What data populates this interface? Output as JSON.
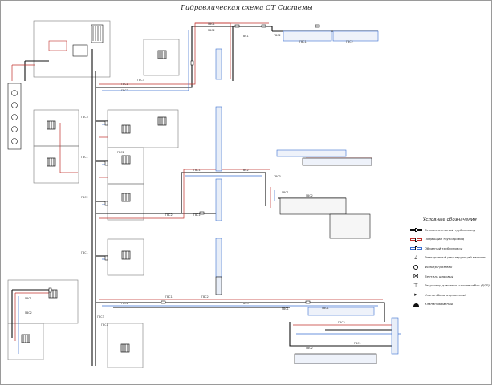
{
  "title": "Гидравлическая схема СТ Системы",
  "legend": {
    "title": "Условные обозначения",
    "items": [
      {
        "icon": "supply-pipe-icon",
        "label": "Вспомогательный трубопровод"
      },
      {
        "icon": "hot-pipe-icon",
        "label": "Подающий трубопровод"
      },
      {
        "icon": "return-pipe-icon",
        "label": "Обратный трубопровод"
      },
      {
        "icon": "thermostatic-valve-icon",
        "label": "Электронный регулирующий вентиль"
      },
      {
        "icon": "filter-icon",
        "label": "Фильтр-грязевик"
      },
      {
        "icon": "ball-valve-icon",
        "label": "Вентиль шаровый"
      },
      {
        "icon": "pressure-regulator-icon",
        "label": "Регулятор давления «после себя» (РДП)"
      },
      {
        "icon": "balance-valve-icon",
        "label": "Клапан балансировочный"
      },
      {
        "icon": "check-valve-icon",
        "label": "Клапан обратный"
      }
    ]
  },
  "colors": {
    "supply": "#111111",
    "hot": "#c0302b",
    "return": "#3a6fd0",
    "equipment_fill": "#dcdcdc",
    "frame": "#7a7a7a"
  },
  "pipe_labels": [
    "ГВС1",
    "ГВС2",
    "ГВС3",
    "ГВС1",
    "ГВС2",
    "ГВС1",
    "ГВС2",
    "ГВС1",
    "ГВС2",
    "ГВС3",
    "ГВС1",
    "ГВС2",
    "ГВС1",
    "ГВС2",
    "ГВС1",
    "ГВС2",
    "ГВС3",
    "ГВС1",
    "ГВС2",
    "ГВС1",
    "ГВС2",
    "ГВС1",
    "ГВС2",
    "ГВС3",
    "ГВС1",
    "ГВС2",
    "ГВС1",
    "ГВС2",
    "ГВС1",
    "ГВС2",
    "ГВС3",
    "ГВС1",
    "ГВС2",
    "ГВС1"
  ]
}
